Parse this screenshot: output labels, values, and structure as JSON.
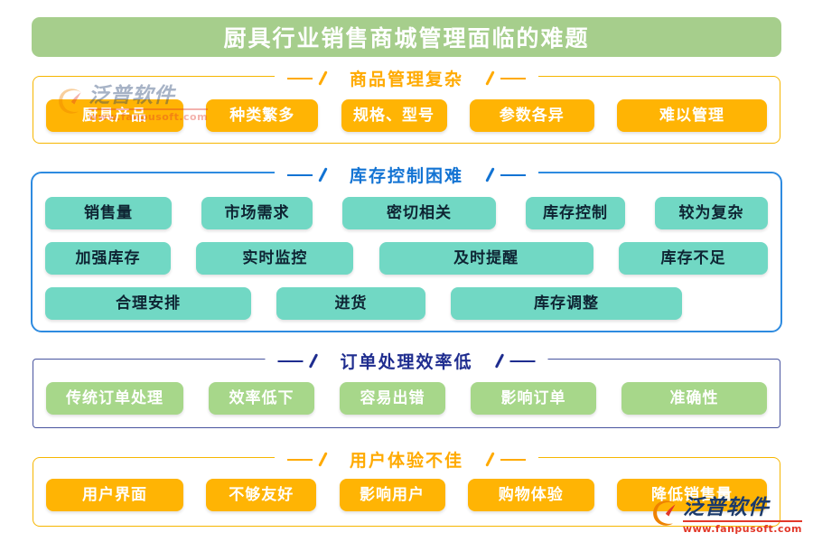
{
  "title": "厨具行业销售商城管理面临的难题",
  "colors": {
    "banner_bg": "#A6CE8C",
    "banner_text": "#FFFFFF",
    "logo_navy": "#1B3A6B",
    "logo_red": "#E2382A"
  },
  "sections": [
    {
      "id": "product-management",
      "heading": "商品管理复杂",
      "accent": "#FFAA00",
      "border": "#F6B601",
      "button_bg": "#FFB404",
      "button_text": "#FFFFFF",
      "rows": [
        [
          "厨具产品",
          "种类繁多",
          "规格、型号",
          "参数各异",
          "难以管理"
        ]
      ]
    },
    {
      "id": "inventory-control",
      "heading": "库存控制困难",
      "accent": "#1273D3",
      "border": "#2E8BE0",
      "button_bg": "#71D8C4",
      "button_text": "#0E2433",
      "rows": [
        [
          "销售量",
          "市场需求",
          "密切相关",
          "库存控制",
          "较为复杂"
        ],
        [
          "加强库存",
          "实时监控",
          "及时提醒",
          "库存不足"
        ],
        [
          "合理安排",
          "进货",
          "库存调整"
        ]
      ]
    },
    {
      "id": "order-processing",
      "heading": "订单处理效率低",
      "accent": "#1F2D8F",
      "border": "#48549F",
      "button_bg": "#A7D78A",
      "button_text": "#FFFFFF",
      "rows": [
        [
          "传统订单处理",
          "效率低下",
          "容易出错",
          "影响订单",
          "准确性"
        ]
      ]
    },
    {
      "id": "user-experience",
      "heading": "用户体验不佳",
      "accent": "#FFAA00",
      "border": "#F6B601",
      "button_bg": "#FFB404",
      "button_text": "#FFFFFF",
      "rows": [
        [
          "用户界面",
          "不够友好",
          "影响用户",
          "购物体验",
          "降低销售量"
        ]
      ]
    }
  ],
  "brand": {
    "name": "泛普软件",
    "url": "www.fanpusoft.com"
  }
}
